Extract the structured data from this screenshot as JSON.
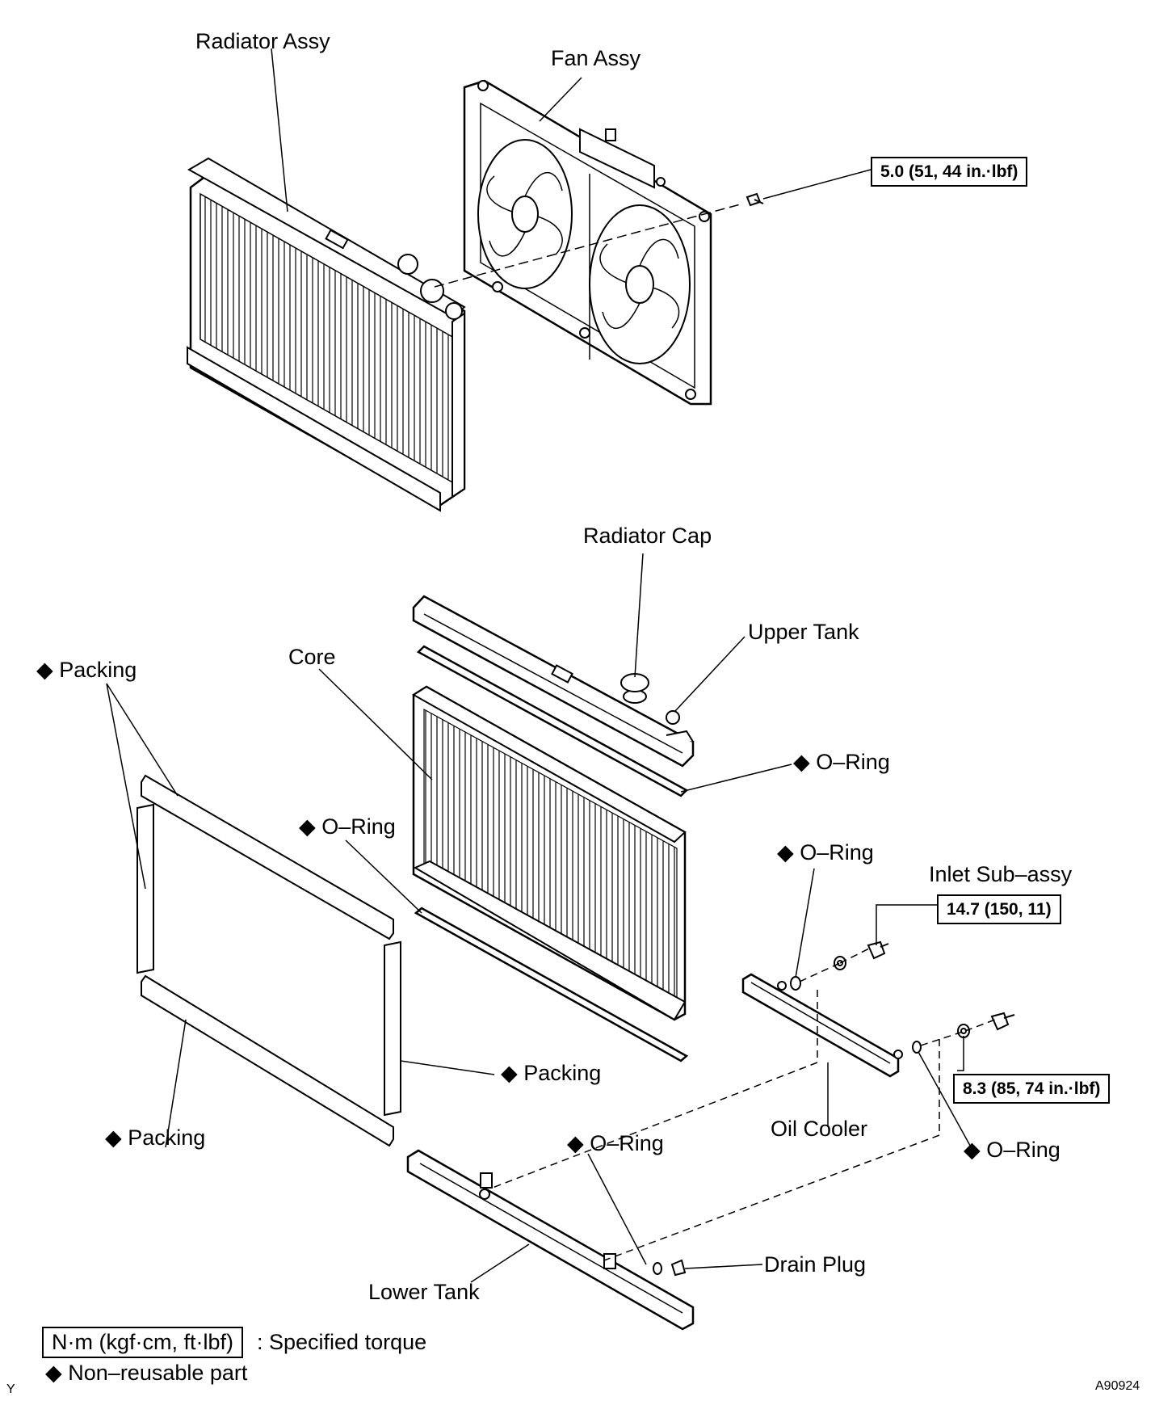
{
  "labels": {
    "radiator_assy": "Radiator Assy",
    "fan_assy": "Fan Assy",
    "radiator_cap": "Radiator Cap",
    "upper_tank": "Upper Tank",
    "core": "Core",
    "packing_top_left": "◆ Packing",
    "packing_right": "◆ Packing",
    "packing_bottom_left": "◆ Packing",
    "oring_upper": "◆ O–Ring",
    "oring_core_lower": "◆ O–Ring",
    "oring_oil_cooler": "◆ O–Ring",
    "oring_lower_tank": "◆ O–Ring",
    "oring_right": "◆ O–Ring",
    "inlet_sub_assy": "Inlet Sub–assy",
    "oil_cooler": "Oil Cooler",
    "drain_plug": "Drain Plug",
    "lower_tank": "Lower Tank"
  },
  "torques": {
    "fan_bolt": "5.0 (51, 44 in.·lbf)",
    "inlet_bolt": "14.7 (150, 11)",
    "oil_cooler_bolt": "8.3 (85, 74 in.·lbf)"
  },
  "legend": {
    "torque_box": "N·m (kgf·cm, ft·lbf)",
    "torque_text": ": Specified torque",
    "nonreusable": "◆ Non–reusable part"
  },
  "corner_codes": {
    "left": "Y",
    "right": "A90924"
  }
}
